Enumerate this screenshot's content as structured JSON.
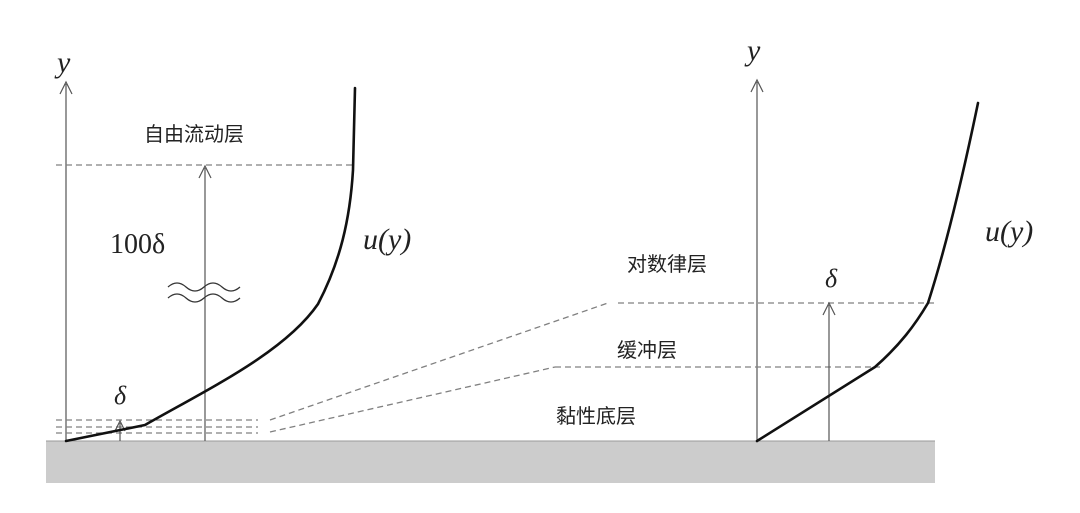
{
  "left_profile": {
    "axis_label": "y",
    "region_free_flow": "自由流动层",
    "height_label": "100δ",
    "velocity_label": "u(y)",
    "delta_label": "δ"
  },
  "right_profile": {
    "axis_label": "y",
    "velocity_label": "u(y)",
    "delta_label": "δ"
  },
  "layers": {
    "log_law": "对数律层",
    "buffer": "缓冲层",
    "viscous_sublayer": "黏性底层"
  },
  "colors": {
    "wall": "#cccccc",
    "dashed": "#808080",
    "curve": "#111111"
  }
}
